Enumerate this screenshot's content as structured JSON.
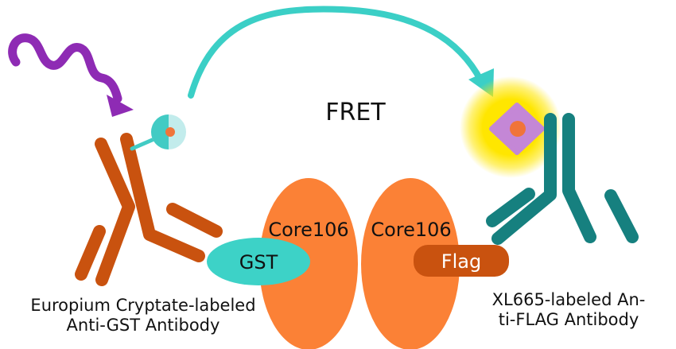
{
  "labels": {
    "fret": "FRET",
    "core_left": "Core106",
    "core_right": "Core106",
    "gst": "GST",
    "flag": "Flag"
  },
  "captions": {
    "left": {
      "line1": "Europium Cryptate-labeled",
      "line2": "Anti-GST Antibody"
    },
    "right": {
      "line1": "XL665-labeled An-",
      "line2": "ti-FLAG Antibody"
    }
  },
  "colors": {
    "excitation_wave": "#8e2bb4",
    "fret_arrow": "#3bcfc6",
    "donor_antibody": "#c9520f",
    "acceptor_antibody": "#16807f",
    "core_protein": "#fb8136",
    "gst_tag": "#3dd2c7",
    "flag_tag": "#c9520f",
    "donor_label_teal": "#42cbc4",
    "donor_label_light": "#c2ecec",
    "donor_core": "#f0743a",
    "acceptor_glow": "#ffe600",
    "acceptor_diamond": "#c487d6",
    "acceptor_core": "#f0743a"
  }
}
